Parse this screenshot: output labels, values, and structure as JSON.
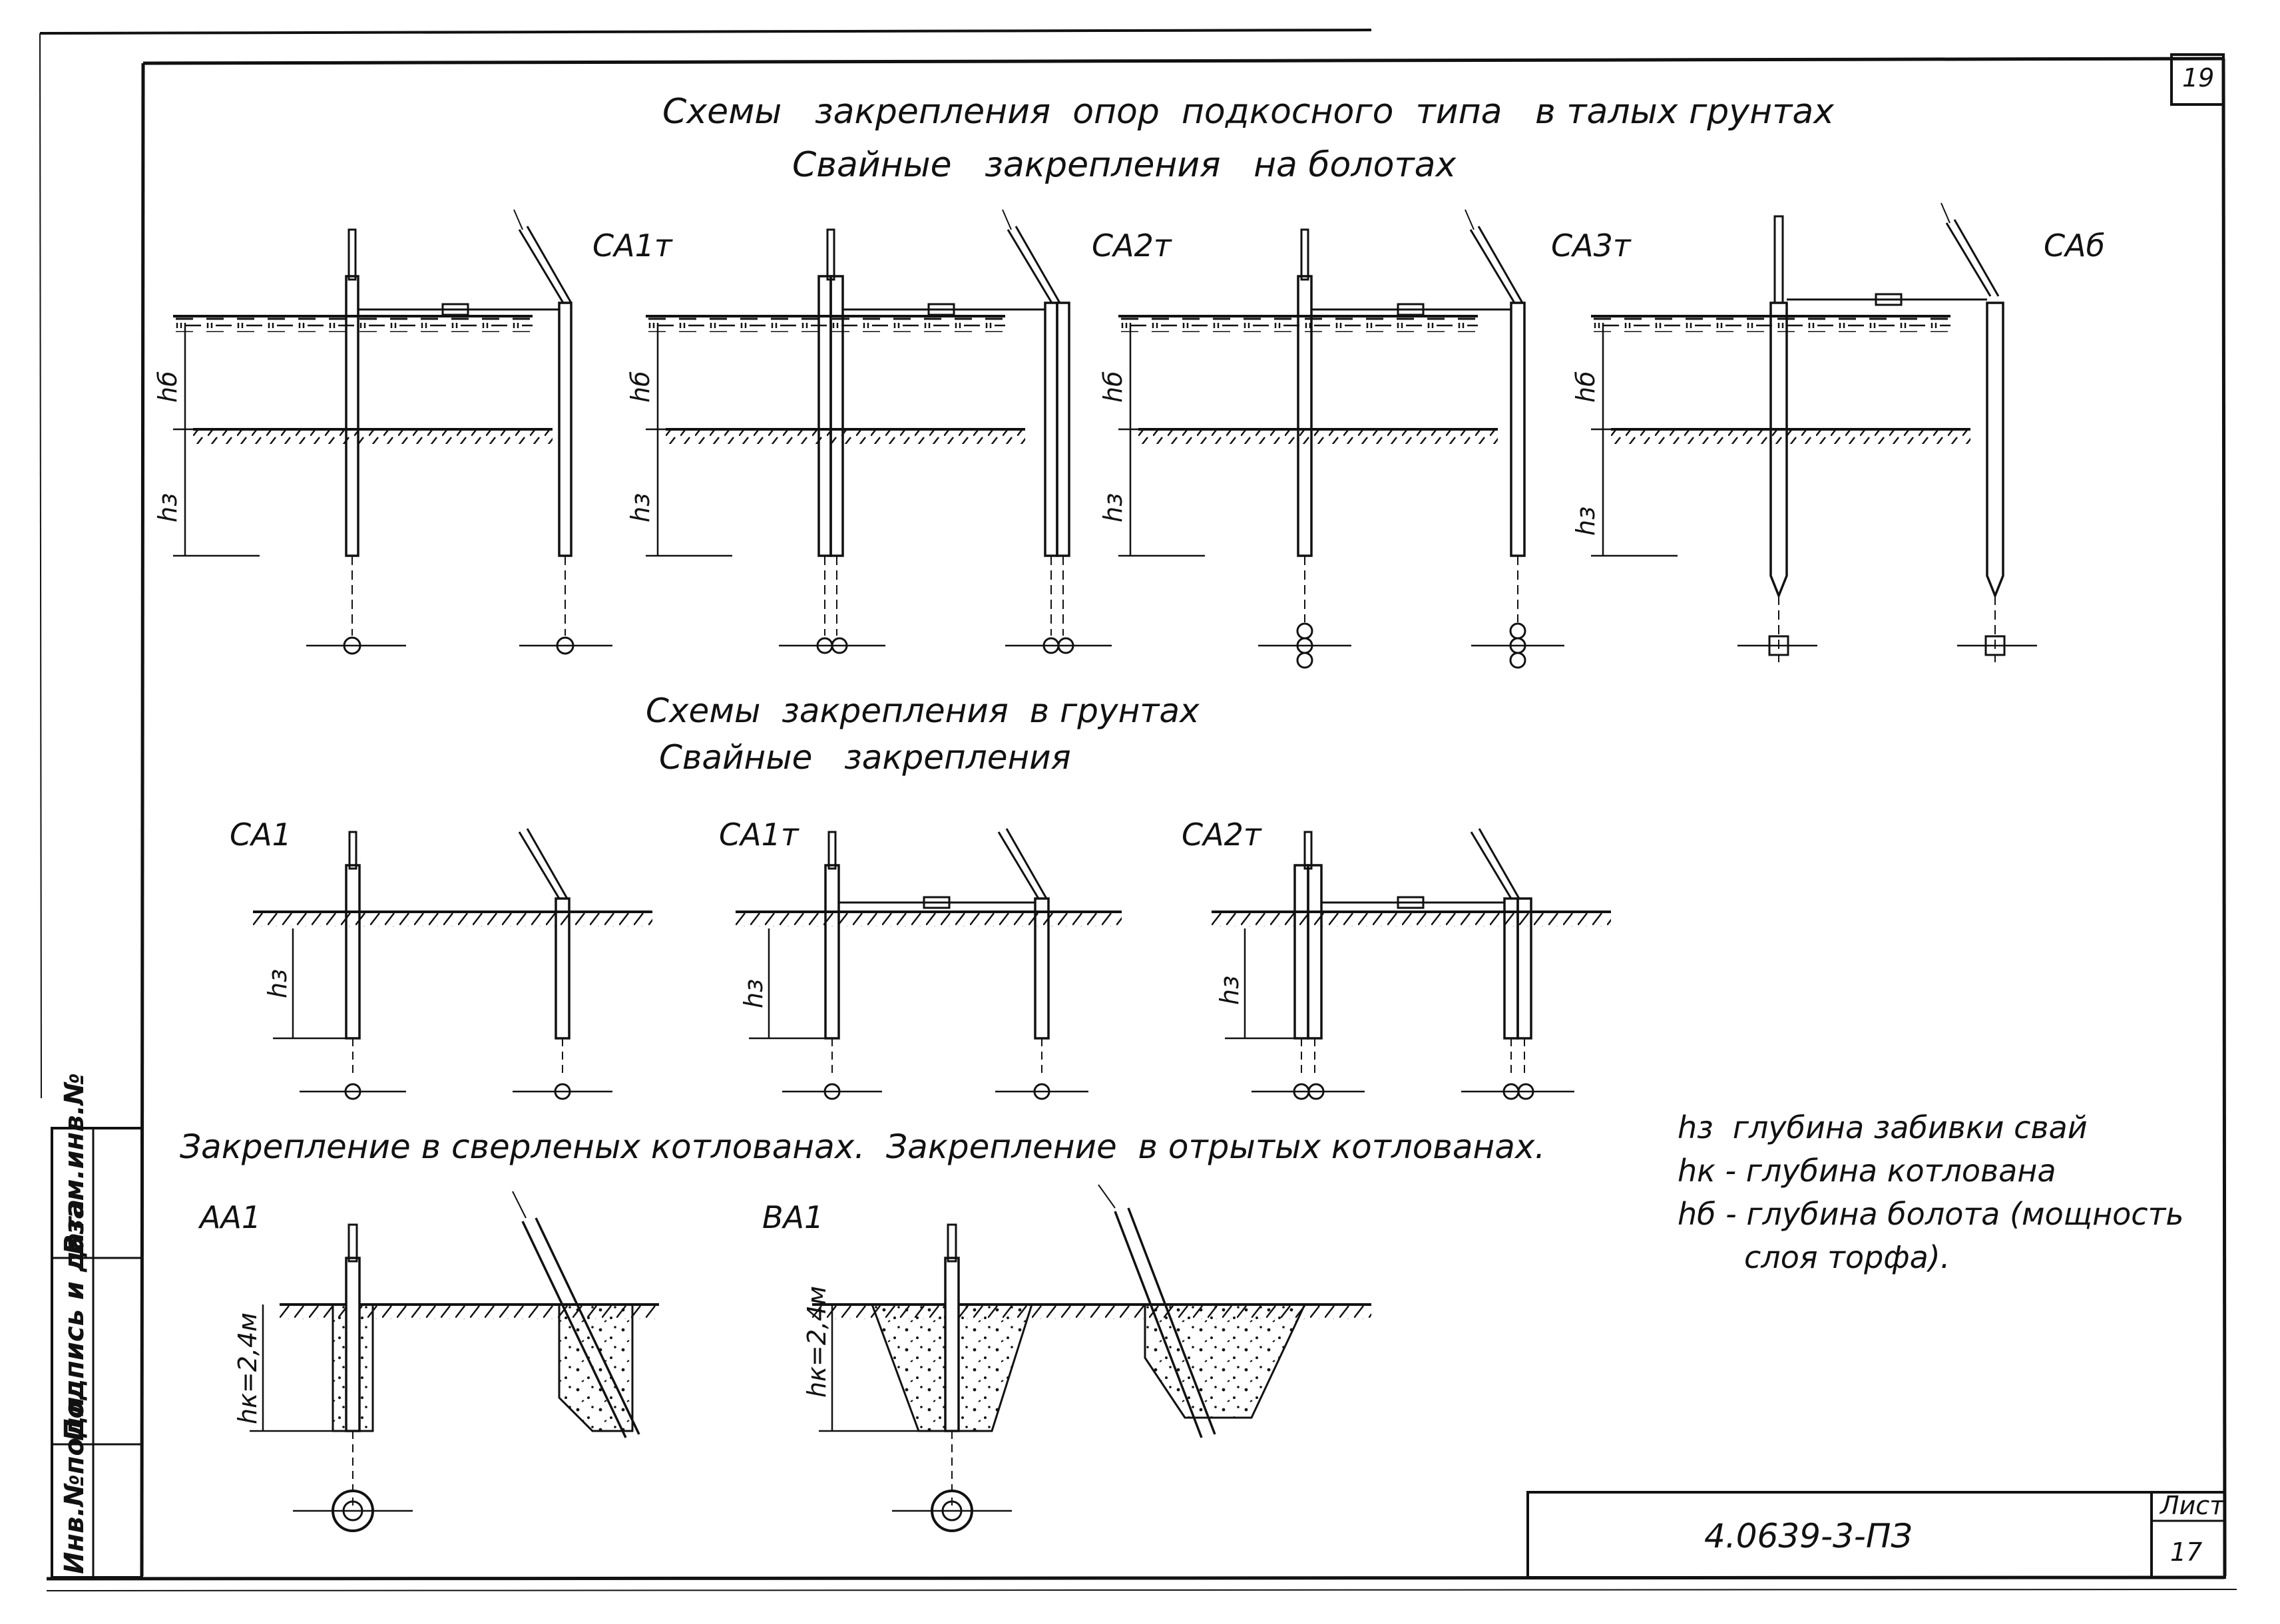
{
  "sheet": {
    "number": "19"
  },
  "title": {
    "line1": "Схемы   закрепления  опор  подкосного  типа   в талых грунтах",
    "line2": "Свайные   закрепления   на болотах"
  },
  "section2": {
    "line1": "Схемы  закрепления  в грунтах",
    "line2": "Свайные   закрепления"
  },
  "section3": {
    "title": "Закрепление в сверленых котлованах.  Закрепление  в отрытых котлованах."
  },
  "schemes_bog": [
    {
      "label": "СА1т",
      "hb": "hб",
      "hz": "hз"
    },
    {
      "label": "СА2т",
      "hb": "hб",
      "hz": "hз"
    },
    {
      "label": "СА3т",
      "hb": "hб",
      "hz": "hз"
    },
    {
      "label": "САб",
      "hb": "hб",
      "hz": "hз"
    }
  ],
  "schemes_ground": [
    {
      "label": "СА1",
      "hz": "hз"
    },
    {
      "label": "СА1т",
      "hz": "hз"
    },
    {
      "label": "СА2т",
      "hz": "hз"
    }
  ],
  "schemes_pit": [
    {
      "label": "АА1",
      "hk": "hк=2,4м"
    },
    {
      "label": "ВА1",
      "hk": "hк=2,4м"
    }
  ],
  "legend": {
    "line1": "hз  глубина забивки свай",
    "line2": "hк - глубина котлована",
    "line3": "hб - глубина болота (мощность",
    "line4": "слоя торфа)."
  },
  "side_stamp": {
    "col1": "Инв.№подл",
    "col2": "Подпись и дата",
    "col3": "Взам.инв.№"
  },
  "title_block": {
    "doc_code": "4.0639-3-ПЗ",
    "sheet_label": "Лист",
    "sheet_no": "17"
  }
}
